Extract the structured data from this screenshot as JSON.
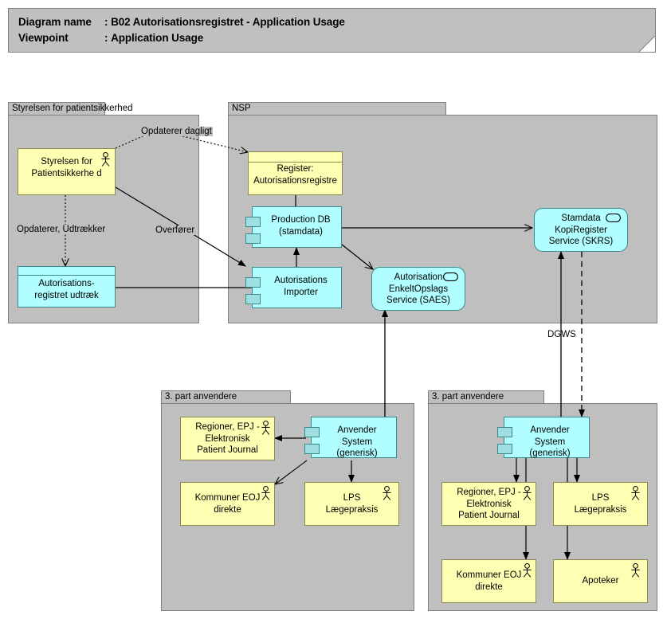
{
  "header": {
    "line1_label": "Diagram name",
    "line1_sep": ":",
    "line1_value": "B02 Autorisationsregistret - Application Usage",
    "line2_label": "Viewpoint",
    "line2_sep": ":",
    "line2_value": "Application Usage"
  },
  "colors": {
    "frame_fill": "#bfbfbf",
    "frame_stroke": "#808080",
    "actor_fill": "#ffffb3",
    "actor_stroke": "#8a8a52",
    "app_fill": "#b0feff",
    "app_stroke": "#3a8a8c",
    "port_fill": "#9fdfe2",
    "line": "#000000",
    "page_bg": "#ffffff"
  },
  "groups": [
    {
      "id": "styrelsen",
      "label": "Styrelsen for patientsikkerhed"
    },
    {
      "id": "nsp",
      "label": "NSP"
    },
    {
      "id": "tredjepart_left",
      "label": "3. part anvendere"
    },
    {
      "id": "tredjepart_right",
      "label": "3. part anvendere"
    }
  ],
  "nodes": {
    "styrelsen_actor": {
      "label": "Styrelsen for Patientsikkerhe d",
      "type": "business-actor",
      "icon": "actor-icon"
    },
    "udtraek": {
      "label": "Autorisations-\nregistret udtræk",
      "type": "data-object"
    },
    "register": {
      "label": "Register:\nAutorisationsregistre",
      "type": "data-object",
      "clipped_text": "Register: Autorisationsregistret"
    },
    "production_db": {
      "label": "Production DB\n(stamdata)",
      "type": "application-component"
    },
    "autorisations_importer": {
      "label": "Autorisations\nImporter",
      "type": "application-component"
    },
    "saes": {
      "label": "Autorisation\nEnkeltOpslags\nService (SAES)",
      "type": "application-service",
      "icon": "service-icon"
    },
    "skrs": {
      "label": "Stamdata\nKopiRegister\nService (SKRS)",
      "type": "application-service",
      "icon": "service-icon"
    },
    "anvender_left": {
      "label": "Anvender System\n(generisk)",
      "type": "application-component"
    },
    "anvender_right": {
      "label": "Anvender System\n(generisk)",
      "type": "application-component"
    },
    "regioner_left": {
      "label": "Regioner, EPJ -\nElektronisk\nPatient Journal",
      "type": "business-actor",
      "icon": "actor-icon"
    },
    "kommuner_left": {
      "label": "Kommuner EOJ\ndirekte",
      "type": "business-actor",
      "icon": "actor-icon"
    },
    "lps_left": {
      "label": "LPS\nLægepraksis",
      "type": "business-actor",
      "icon": "actor-icon"
    },
    "regioner_right": {
      "label": "Regioner, EPJ -\nElektronisk\nPatient Journal",
      "type": "business-actor",
      "icon": "actor-icon"
    },
    "kommuner_right": {
      "label": "Kommuner EOJ\ndirekte",
      "type": "business-actor",
      "icon": "actor-icon"
    },
    "lps_right": {
      "label": "LPS\nLægepraksis",
      "type": "business-actor",
      "icon": "actor-icon"
    },
    "apoteker_right": {
      "label": "Apoteker",
      "type": "business-actor",
      "icon": "actor-icon"
    }
  },
  "edge_labels": {
    "opdaterer_dagligt": "Opdaterer dagligt",
    "opdaterer_udtraekker": "Opdaterer, Udtrækker",
    "overfoerer": "Overfører",
    "dgws": "DGWS"
  }
}
